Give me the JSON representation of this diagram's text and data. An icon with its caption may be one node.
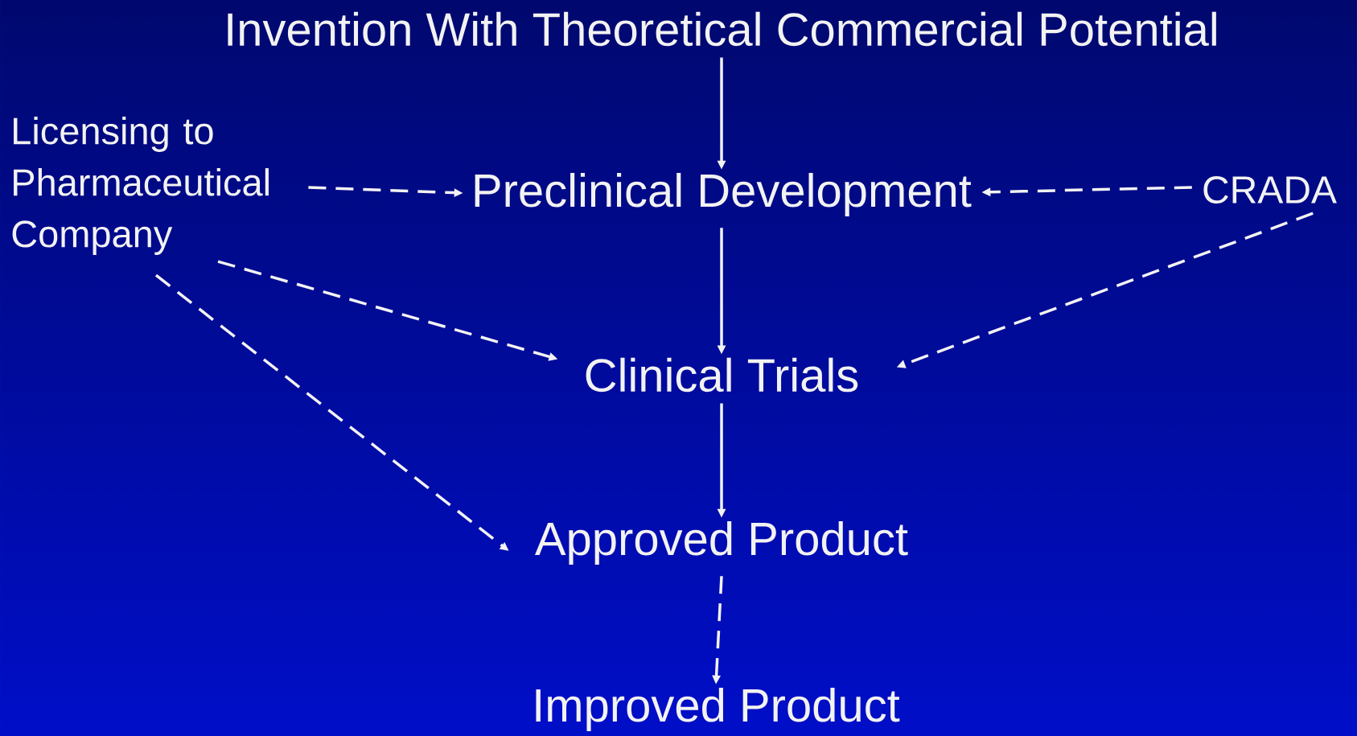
{
  "diagram": {
    "nodes": [
      {
        "text": [
          "Invention With Theoretical Commercial Potential"
        ]
      },
      {
        "text": [
          "Licensing to Pharmaceutical Company"
        ]
      },
      {
        "text": [
          "Preclinical Development"
        ]
      },
      {
        "text": [
          "CRADA"
        ]
      },
      {
        "text": [
          "Clinical Trials"
        ]
      },
      {
        "text": [
          "Approved Product"
        ]
      },
      {
        "text": [
          "Improved Product"
        ]
      }
    ],
    "edges": [
      {
        "from": 0,
        "to": 2,
        "arrow": "to"
      },
      {
        "from": 1,
        "to": 2,
        "arrow": "to",
        "style": "dashed"
      },
      {
        "from": 3,
        "to": 2,
        "arrow": "to",
        "style": "dashed"
      },
      {
        "from": 2,
        "to": 4,
        "arrow": "to"
      },
      {
        "from": 1,
        "to": 4,
        "arrow": "to",
        "style": "dashed"
      },
      {
        "from": 3,
        "to": 4,
        "arrow": "to",
        "style": "dashed"
      },
      {
        "from": 4,
        "to": 5,
        "arrow": "to"
      },
      {
        "from": 1,
        "to": 5,
        "arrow": "to",
        "style": "dashed"
      },
      {
        "from": 5,
        "to": 6,
        "arrow": "to",
        "style": "dashed"
      }
    ]
  }
}
